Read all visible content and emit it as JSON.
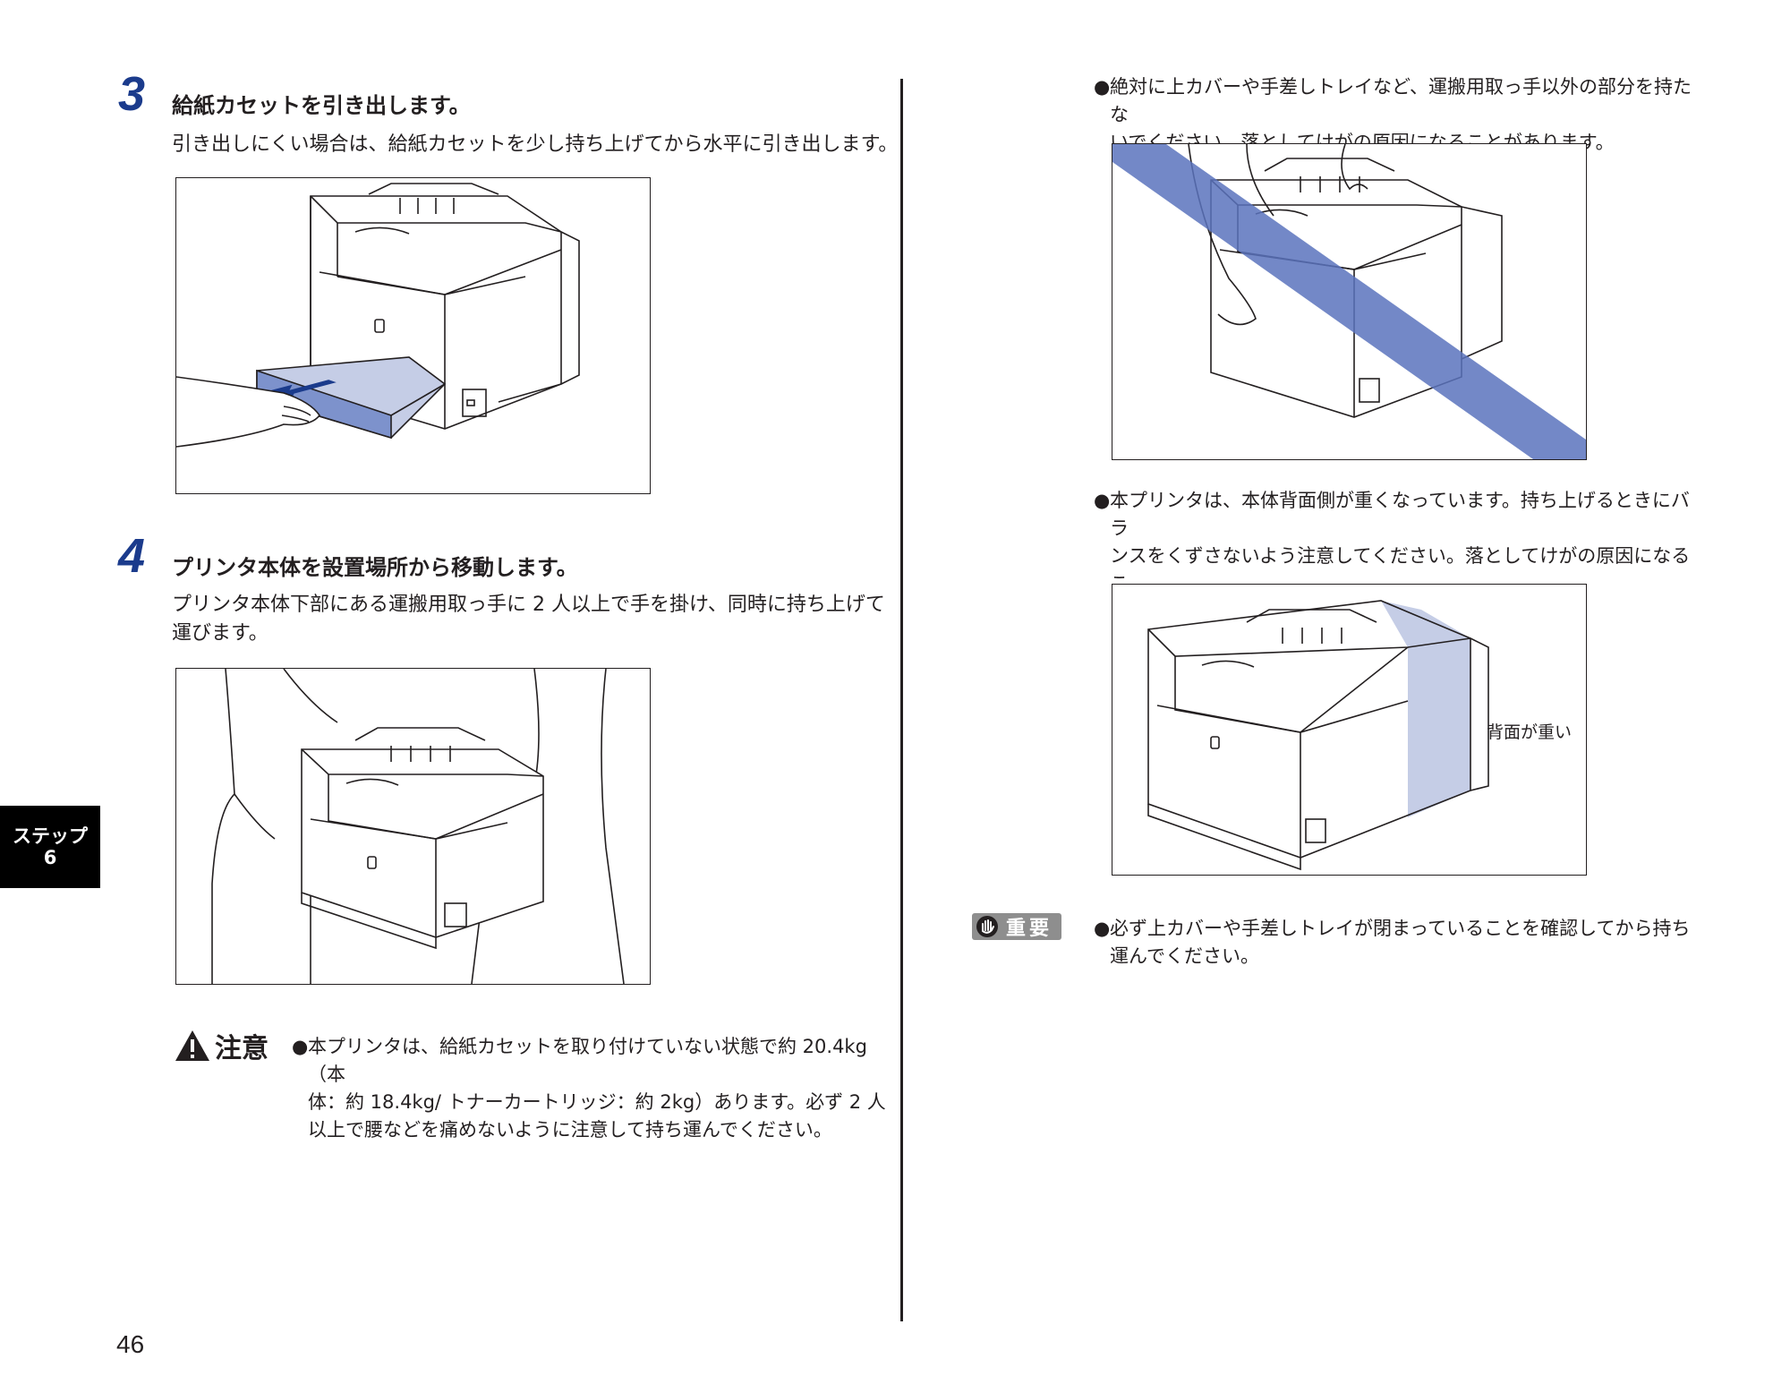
{
  "step3": {
    "number": "3",
    "title": "給紙カセットを引き出します。",
    "body": "引き出しにくい場合は、給紙カセットを少し持ち上げてから水平に引き出します。"
  },
  "step4": {
    "number": "4",
    "title": "プリンタ本体を設置場所から移動します。",
    "body_line1": "プリンタ本体下部にある運搬用取っ手に 2 人以上で手を掛け、同時に持ち上げて",
    "body_line2": "運びます。"
  },
  "caution": {
    "label": "注意",
    "line1": "本プリンタは、給紙カセットを取り付けていない状態で約 20.4kg（本",
    "line2": "体：約 18.4kg/ トナーカートリッジ：約 2kg）あります。必ず 2 人",
    "line3": "以上で腰などを痛めないように注意して持ち運んでください。"
  },
  "right": {
    "bullet1_line1": "絶対に上カバーや手差しトレイなど、運搬用取っ手以外の部分を持たな",
    "bullet1_line2": "いでください。落としてけがの原因になることがあります。",
    "bullet2_line1": "本プリンタは、本体背面側が重くなっています。持ち上げるときにバラ",
    "bullet2_line2": "ンスをくずさないよう注意してください。落としてけがの原因になるこ",
    "bullet2_line3": "とがあります。",
    "figure_label": "背面が重い",
    "important_label": "重要",
    "important_line1": "必ず上カバーや手差しトレイが閉まっていることを確認してから持ち",
    "important_line2": "運んでください。"
  },
  "side_tab": {
    "line1": "ステップ",
    "line2": "6"
  },
  "page_number": "46",
  "colors": {
    "accent_blue": "#1b3b8c",
    "highlight_blue": "#5b73bd",
    "light_blue": "#c5cde6",
    "tab_black": "#000000"
  },
  "icons": {
    "caution": "warning-triangle-icon",
    "important": "stop-hand-icon",
    "bullet": "bullet-dot-icon"
  }
}
